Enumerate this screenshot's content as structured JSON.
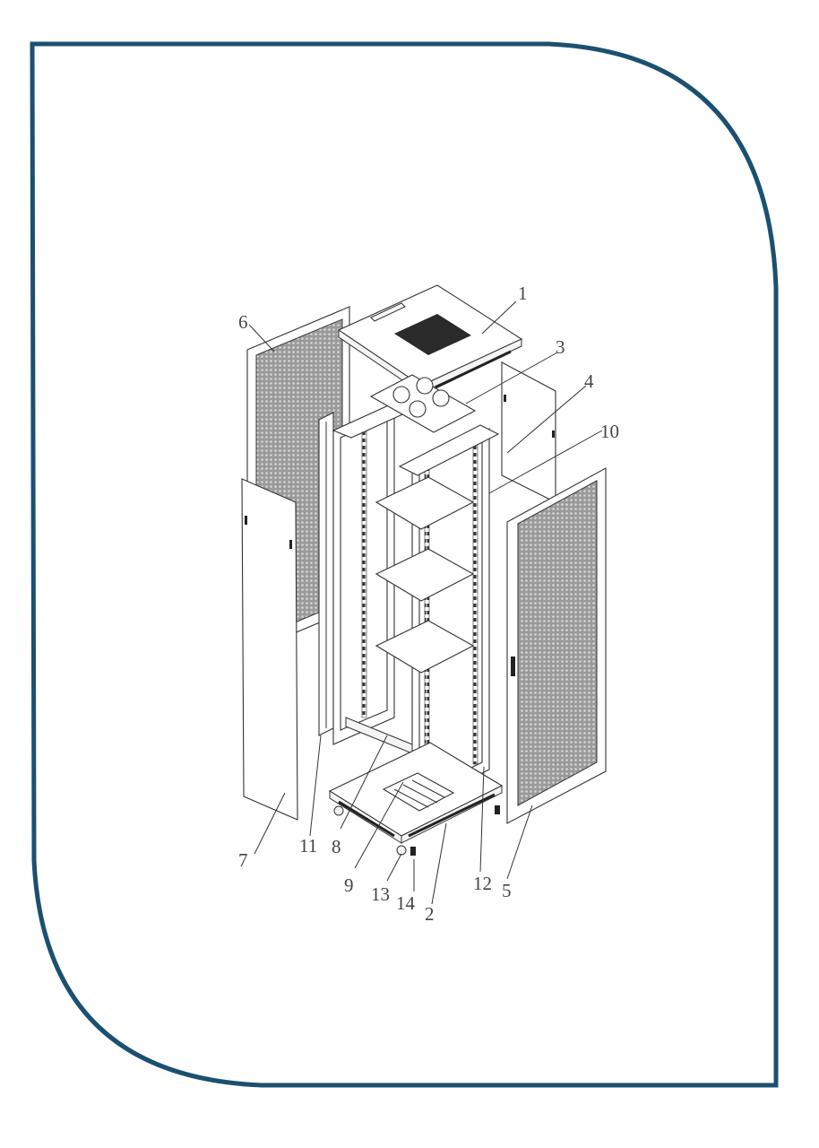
{
  "figure": {
    "title": "Server rack cabinet exploded view",
    "frame_color": "#1b5070",
    "line_color": "#333333",
    "label_color": "#444444"
  },
  "callouts": [
    {
      "id": "1",
      "label": "1",
      "part": "top cover"
    },
    {
      "id": "2",
      "label": "2",
      "part": "base frame"
    },
    {
      "id": "3",
      "label": "3",
      "part": "fan unit"
    },
    {
      "id": "4",
      "label": "4",
      "part": "rear door"
    },
    {
      "id": "5",
      "label": "5",
      "part": "front perforated door"
    },
    {
      "id": "6",
      "label": "6",
      "part": "rear perforated door"
    },
    {
      "id": "7",
      "label": "7",
      "part": "side panel"
    },
    {
      "id": "8",
      "label": "8",
      "part": "frame cross beam"
    },
    {
      "id": "9",
      "label": "9",
      "part": "cable entry plate"
    },
    {
      "id": "10",
      "label": "10",
      "part": "fixed shelf"
    },
    {
      "id": "11",
      "label": "11",
      "part": "cable management bar"
    },
    {
      "id": "12",
      "label": "12",
      "part": "mounting rail"
    },
    {
      "id": "13",
      "label": "13",
      "part": "caster"
    },
    {
      "id": "14",
      "label": "14",
      "part": "leveling foot"
    }
  ]
}
